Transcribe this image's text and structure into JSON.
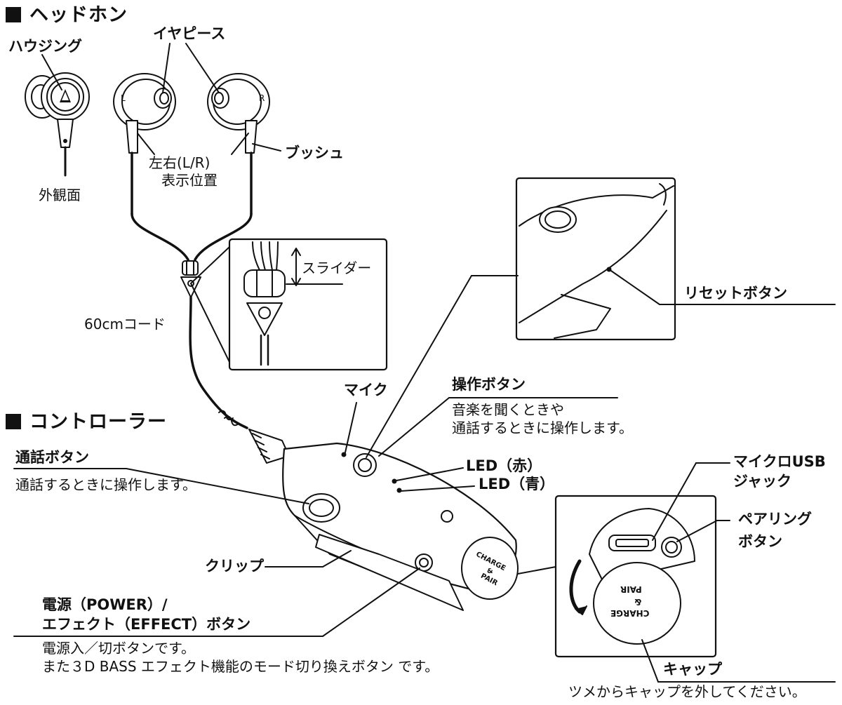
{
  "sections": {
    "headphone": "ヘッドホン",
    "controller": "コントローラー"
  },
  "labels": {
    "housing": "ハウジング",
    "exterior": "外観面",
    "eartips": "イヤピース",
    "lr_line1": "左右(L/R)",
    "lr_line2": "表示位置",
    "bush": "ブッシュ",
    "slider": "スライダー",
    "cord": "60cmコード",
    "reset": "リセットボタン",
    "mic": "マイク",
    "operation": "操作ボタン",
    "operation_desc1": "音楽を聞くときや",
    "operation_desc2": "通話するときに操作します。",
    "call": "通話ボタン",
    "call_desc": "通話するときに操作します。",
    "led_red": "LED（赤）",
    "led_blue": "LED（青）",
    "usb1": "マイクロUSB",
    "usb2": "ジャック",
    "pairing1": "ペアリング",
    "pairing2": "ボタン",
    "clip": "クリップ",
    "power1": "電源（POWER）/",
    "power2": "エフェクト（EFFECT）ボタン",
    "power_desc1": "電源入／切ボタンです。",
    "power_desc2": "また３D BASS エフェクト機能のモード切り換えボタン です。",
    "cap": "キャップ",
    "cap_desc": "ツメからキャップを外してください。"
  },
  "device": {
    "charge": "CHARGE",
    "amp": "&",
    "pair": "PAIR",
    "letter_l": "L",
    "letter_r": "R"
  }
}
